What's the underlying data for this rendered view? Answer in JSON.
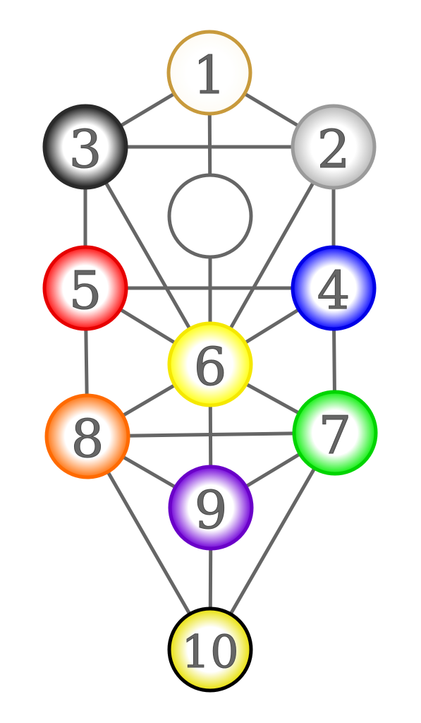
{
  "nodes": [
    {
      "id": "1",
      "label": "1",
      "color": "#c89a3c",
      "fill_center": "#ffffff",
      "fill_edge": "#fdfbf4"
    },
    {
      "id": "2",
      "label": "2",
      "color": "#9a9a9a",
      "fill_center": "#ffffff",
      "fill_edge": "#b8b8b8"
    },
    {
      "id": "3",
      "label": "3",
      "color": "#2a2a2a",
      "fill_center": "#ffffff",
      "fill_edge": "#1a1a1a"
    },
    {
      "id": "da",
      "label": "",
      "color": "#666666",
      "fill_center": "#ffffff",
      "fill_edge": "#ffffff"
    },
    {
      "id": "4",
      "label": "4",
      "color": "#0000e6",
      "fill_center": "#ffffff",
      "fill_edge": "#0a0aff"
    },
    {
      "id": "5",
      "label": "5",
      "color": "#e60000",
      "fill_center": "#ffffff",
      "fill_edge": "#ff1010"
    },
    {
      "id": "6",
      "label": "6",
      "color": "#f5e800",
      "fill_center": "#ffffff",
      "fill_edge": "#ffff10"
    },
    {
      "id": "7",
      "label": "7",
      "color": "#00d400",
      "fill_center": "#ffffff",
      "fill_edge": "#10f010"
    },
    {
      "id": "8",
      "label": "8",
      "color": "#ff6a00",
      "fill_center": "#ffffff",
      "fill_edge": "#ff7410"
    },
    {
      "id": "9",
      "label": "9",
      "color": "#6a00c8",
      "fill_center": "#ffffff",
      "fill_edge": "#7000d8"
    },
    {
      "id": "10",
      "label": "10",
      "color": "#000000",
      "fill_center": "#ffffff",
      "fill_edge": "#e8e000"
    }
  ],
  "edges": [
    [
      "1",
      "2"
    ],
    [
      "1",
      "3"
    ],
    [
      "1",
      "da"
    ],
    [
      "3",
      "2"
    ],
    [
      "3",
      "5"
    ],
    [
      "2",
      "4"
    ],
    [
      "3",
      "6"
    ],
    [
      "2",
      "6"
    ],
    [
      "da",
      "6"
    ],
    [
      "5",
      "4"
    ],
    [
      "5",
      "6"
    ],
    [
      "4",
      "6"
    ],
    [
      "5",
      "8"
    ],
    [
      "4",
      "7"
    ],
    [
      "6",
      "8"
    ],
    [
      "6",
      "7"
    ],
    [
      "6",
      "9"
    ],
    [
      "8",
      "7"
    ],
    [
      "8",
      "9"
    ],
    [
      "7",
      "9"
    ],
    [
      "8",
      "10"
    ],
    [
      "7",
      "10"
    ],
    [
      "9",
      "10"
    ]
  ]
}
